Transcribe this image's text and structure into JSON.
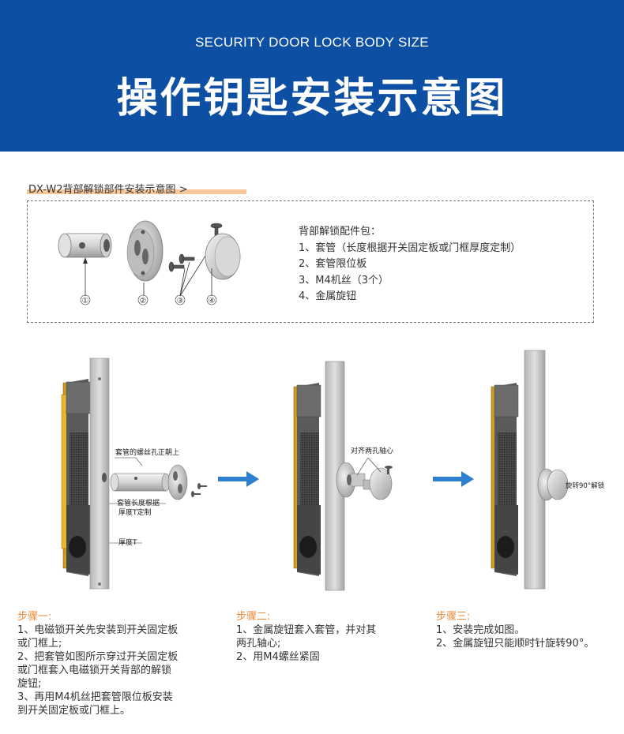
{
  "header": {
    "subtitle_en": "SECURITY DOOR LOCK BODY SIZE",
    "title_zh": "操作钥匙安装示意图"
  },
  "section": {
    "title": "DX-W2背部解锁部件安装示意图 >"
  },
  "parts": {
    "labels": [
      "①",
      "②",
      "③",
      "④"
    ]
  },
  "kit": {
    "heading": "背部解锁配件包：",
    "items": [
      "1、套管（长度根据开关固定板或门框厚度定制）",
      "2、套管限位板",
      "3、M4机丝（3个）",
      "4、金属旋钮"
    ]
  },
  "diagrams": {
    "d1_label_screw_hole": "套管的螺丝孔正朝上",
    "d1_label_length_1": "套管长度根据",
    "d1_label_length_2": "厚度T定制",
    "d1_label_thickness": "厚度T",
    "d2_label_align": "对齐两孔轴心",
    "d3_label_rotate": "旋转90°解锁"
  },
  "steps": [
    {
      "title": "步骤一:",
      "lines": [
        "1、电磁锁开关先安装到开关固定板",
        "或门框上;",
        "2、把套管如图所示穿过开关固定板",
        "或门框套入电磁锁开关背部的解锁",
        "旋钮;",
        "3、再用M4机丝把套管限位板安装",
        "到开关固定板或门框上。"
      ]
    },
    {
      "title": "步骤二:",
      "lines": [
        "1、金属旋钮套入套管，并对其",
        "两孔轴心;",
        "2、用M4螺丝紧固"
      ]
    },
    {
      "title": "步骤三:",
      "lines": [
        "1、安装完成如图。",
        "2、金属旋钮只能顺时针旋转90°。"
      ]
    }
  ],
  "colors": {
    "banner": "#0d4fa3",
    "accent_orange": "#ef8a3a",
    "arrow_blue": "#2f7fd0",
    "lock_yellow": "#e9b829"
  }
}
